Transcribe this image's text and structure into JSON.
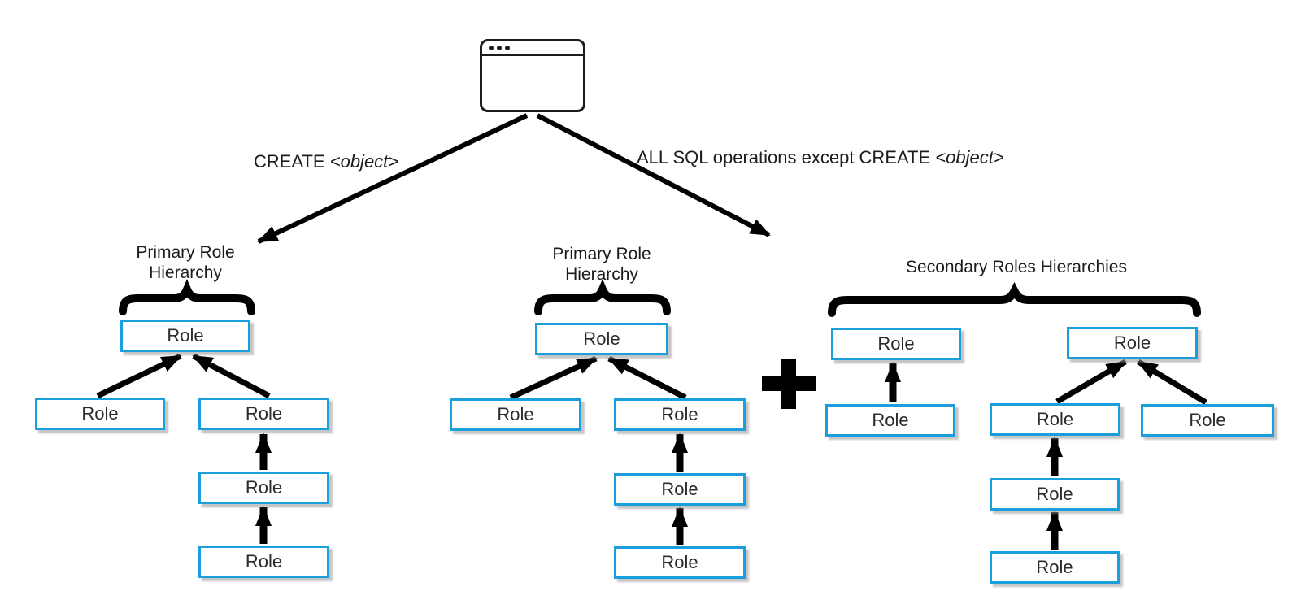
{
  "canvas": {
    "background": "#ffffff",
    "node_border_color": "#1b9fdc",
    "line_color": "#000000",
    "text_color": "#2b2b2b"
  },
  "icons": {
    "client": "browser-window-icon",
    "operator": "plus-icon"
  },
  "edges": {
    "left": {
      "text": "CREATE",
      "object": "<object>"
    },
    "right": {
      "text": "ALL SQL operations except CREATE",
      "object": "<object>"
    }
  },
  "groups": [
    {
      "title": "Primary Role Hierarchy",
      "nodes": [
        {
          "label": "Role"
        },
        {
          "label": "Role"
        },
        {
          "label": "Role"
        },
        {
          "label": "Role"
        },
        {
          "label": "Role"
        }
      ]
    },
    {
      "title": "Primary Role Hierarchy",
      "nodes": [
        {
          "label": "Role"
        },
        {
          "label": "Role"
        },
        {
          "label": "Role"
        },
        {
          "label": "Role"
        },
        {
          "label": "Role"
        }
      ]
    },
    {
      "title": "Secondary Roles Hierarchies",
      "subtrees": [
        {
          "nodes": [
            {
              "label": "Role"
            },
            {
              "label": "Role"
            }
          ]
        },
        {
          "nodes": [
            {
              "label": "Role"
            },
            {
              "label": "Role"
            },
            {
              "label": "Role"
            },
            {
              "label": "Role"
            },
            {
              "label": "Role"
            }
          ]
        }
      ]
    }
  ]
}
